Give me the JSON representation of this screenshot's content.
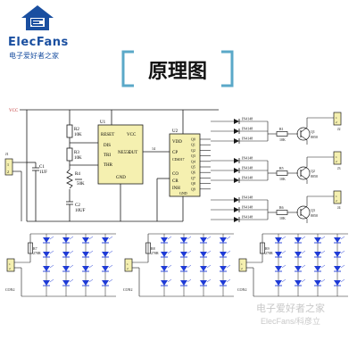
{
  "header": {
    "brand": "ElecFans",
    "brand_cn": "电子爱好者之家",
    "title": "原理图"
  },
  "watermark": {
    "line1": "电子爱好者之家",
    "line2": "ElecFans/科彦立"
  },
  "colors": {
    "brand": "#1a4fa0",
    "wire": "#1a1a1a",
    "component": "#1a1a1a",
    "ic_fill": "#f5f0b0",
    "led": "#1f3bd6",
    "net_label": "#c03030",
    "title_border": "#5aa8c8"
  },
  "schematic": {
    "vcc_label": "VCC",
    "ic1": {
      "name": "U1",
      "type": "NE555",
      "pins": [
        "RESET",
        "VCC",
        "DIS",
        "TRI",
        "THR",
        "OUT",
        "GND"
      ]
    },
    "ic2": {
      "name": "U2",
      "type": "CD4017",
      "pins": [
        "VDD",
        "CP",
        "CO",
        "CR",
        "INH",
        "GND"
      ],
      "outputs": [
        "Q0",
        "Q1",
        "Q2",
        "Q3",
        "Q4",
        "Q5",
        "Q6",
        "Q7",
        "Q8",
        "Q9"
      ]
    },
    "components": {
      "r2": {
        "ref": "R2",
        "value": "10K"
      },
      "r3": {
        "ref": "R3",
        "value": "10K"
      },
      "r4": {
        "ref": "R4",
        "value": "50K"
      },
      "c1": {
        "ref": "C1",
        "value": "1UF"
      },
      "c2": {
        "ref": "C2",
        "value": "10UF"
      },
      "r5": {
        "ref": "R5",
        "value": "10K"
      },
      "r6": {
        "ref": "R6",
        "value": "10K"
      },
      "r1": {
        "ref": "R1",
        "value": "10K"
      },
      "q1": {
        "ref": "Q1",
        "value": "8050"
      },
      "q2": {
        "ref": "Q2",
        "value": "8050"
      },
      "q3": {
        "ref": "Q3",
        "value": "8050"
      },
      "r7": {
        "ref": "R7",
        "value": "270R"
      },
      "r8": {
        "ref": "R8",
        "value": "270R"
      },
      "r9": {
        "ref": "R9",
        "value": "270R"
      }
    },
    "diode_label": "IN4148",
    "connectors": {
      "j1": {
        "ref": "J1"
      },
      "j2": {
        "ref": "J2"
      },
      "j3": {
        "ref": "J3"
      },
      "j4": {
        "ref": "J4"
      },
      "con2": "CON2"
    }
  }
}
